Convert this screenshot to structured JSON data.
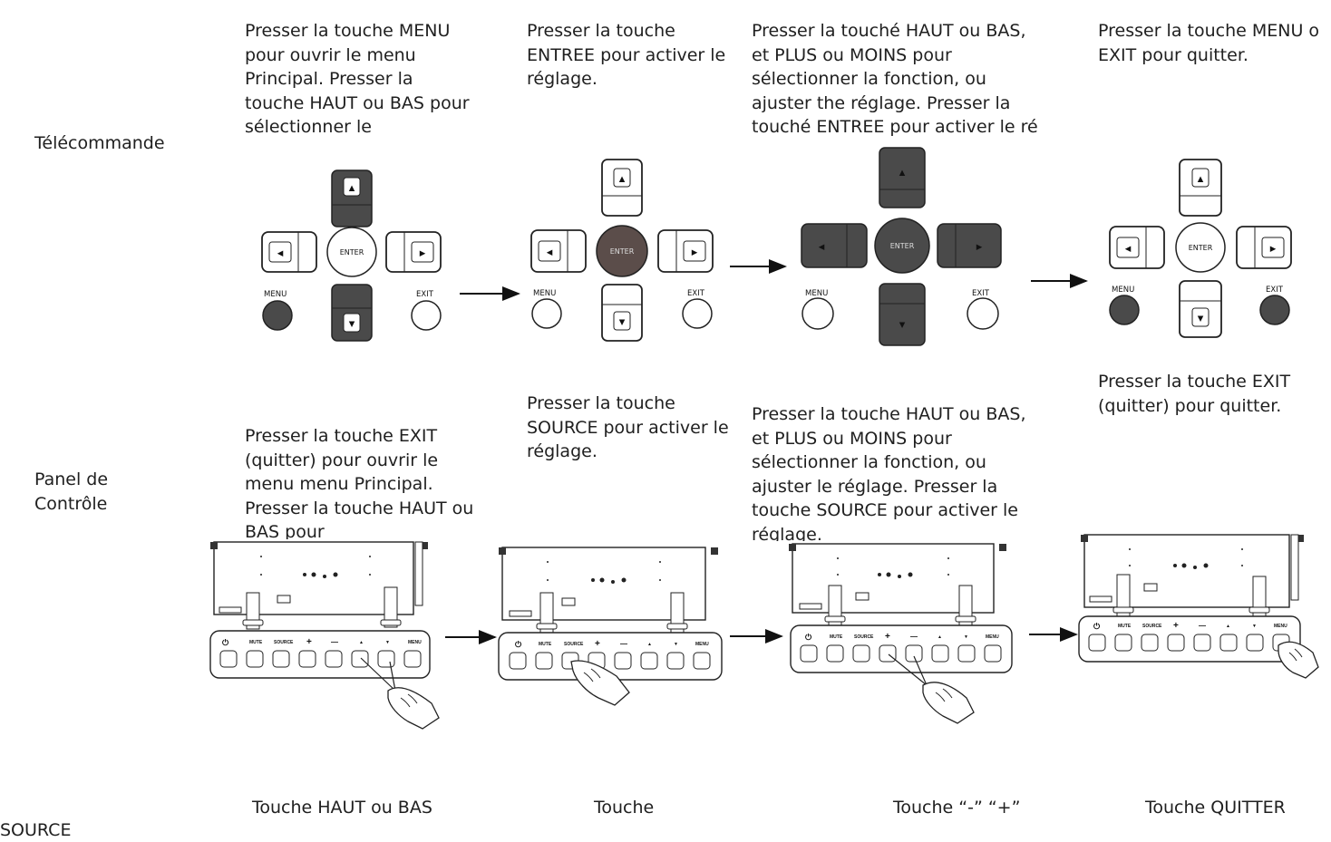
{
  "rows": {
    "remote": "Télécommande",
    "panel_line1": "Panel de",
    "panel_line2": "Contrôle",
    "source": "SOURCE"
  },
  "remote_steps": [
    "Presser la touche MENU pour ouvrir le menu Principal. Presser la touche HAUT ou BAS pour sélectionner le",
    "Presser la touche ENTREE pour activer le réglage.",
    "Presser la touché HAUT ou BAS, et PLUS ou MOINS pour sélectionner la fonction, ou ajuster the réglage. Presser la touché ENTREE pour activer le ré",
    "Presser la touche MENU o EXIT pour quitter."
  ],
  "panel_steps": [
    "Presser la touche EXIT (quitter) pour ouvrir le menu menu Principal. Presser la touche HAUT ou BAS pour",
    "Presser la touche SOURCE pour activer le réglage.",
    "Presser la touche HAUT ou BAS, et PLUS ou MOINS pour sélectionner la fonction, ou ajuster le réglage. Presser la touche SOURCE pour activer le réglage.",
    "Presser la touche EXIT (quitter) pour quitter."
  ],
  "footer": [
    "Touche HAUT ou BAS",
    "Touche",
    "Touche “-” “+”",
    "Touche QUITTER"
  ],
  "remote_labels": {
    "enter": "ENTER",
    "menu": "MENU",
    "exit": "EXIT",
    "up": "▲",
    "down": "▼",
    "left": "◀",
    "right": "▶"
  },
  "panel_labels": {
    "power": "⏻",
    "mute": "MUTE",
    "source": "SOURCE",
    "plus": "+",
    "minus": "—",
    "up": "▲",
    "down": "▼",
    "menu": "MENU"
  },
  "colors": {
    "pressed": "#4a4a4a",
    "pressed_enter": "#5b4d4a",
    "normal": "#ffffff",
    "outline": "#222222"
  }
}
